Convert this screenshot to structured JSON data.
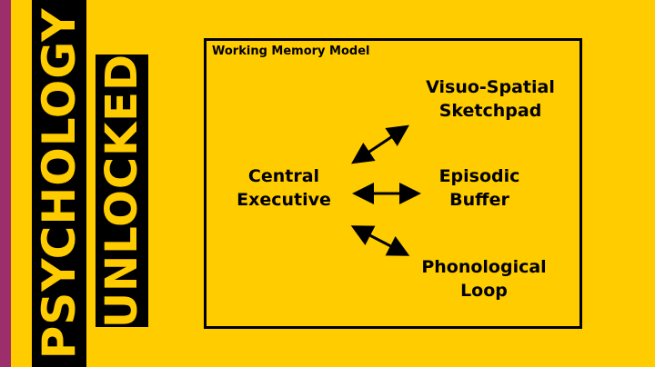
{
  "brand": {
    "line1": "PSYCHOLOGY",
    "line2": "UNLOCKED"
  },
  "diagram": {
    "title": "Working Memory Model",
    "central": {
      "line1": "Central",
      "line2": "Executive"
    },
    "visuo": {
      "line1": "Visuo-Spatial",
      "line2": "Sketchpad"
    },
    "episodic": {
      "line1": "Episodic",
      "line2": "Buffer"
    },
    "phonological": {
      "line1": "Phonological",
      "line2": "Loop"
    }
  },
  "colors": {
    "background": "#FFCC00",
    "stripe": "#9B2E6B",
    "ink": "#000000"
  }
}
